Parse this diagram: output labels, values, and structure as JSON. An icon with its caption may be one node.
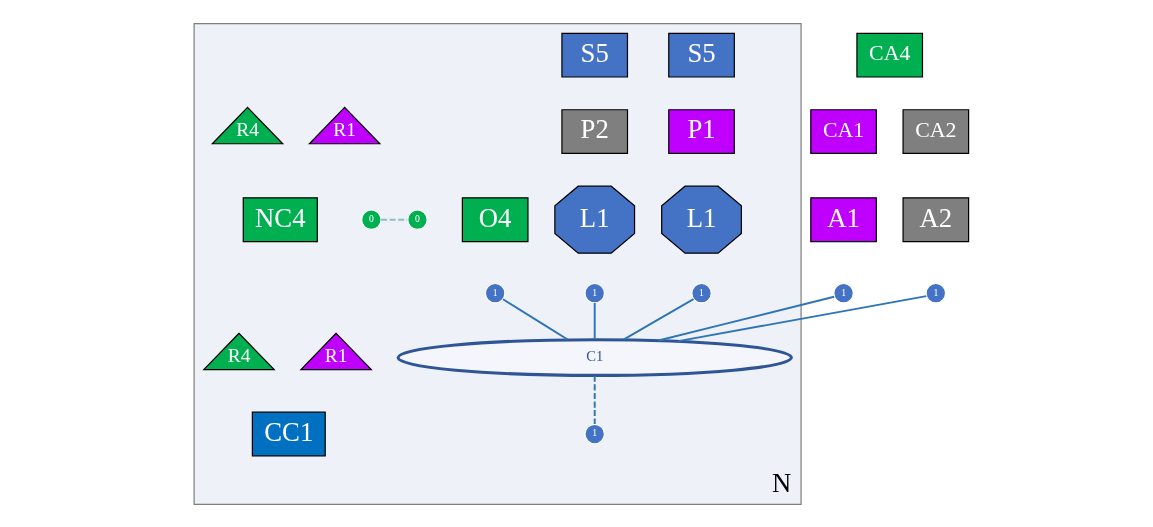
{
  "diagram": {
    "nodes": [
      {
        "text": [
          "N"
        ]
      },
      {
        "text": [
          "A1"
        ]
      },
      {
        "text": [
          "1"
        ]
      },
      {
        "text": [
          "A2"
        ]
      },
      {
        "text": [
          "1"
        ]
      },
      {
        "text": [
          "S5"
        ],
        "in": 0
      },
      {
        "text": [
          "P1"
        ],
        "in": 0
      },
      {
        "text": [
          "L1"
        ],
        "in": 0
      },
      {
        "text": [
          "1"
        ],
        "in": 0
      },
      {
        "text": [
          "S5"
        ],
        "in": 0
      },
      {
        "text": [
          "P2"
        ],
        "in": 0
      },
      {
        "text": [
          "L1"
        ],
        "in": 0
      },
      {
        "text": [
          "1"
        ],
        "in": 0
      },
      {
        "text": [
          "O4"
        ],
        "in": 0
      },
      {
        "text": [
          "0"
        ],
        "in": 0
      },
      {
        "text": [
          "1"
        ],
        "in": 0
      },
      {
        "text": [
          "R1"
        ],
        "in": 0
      },
      {
        "text": [
          "R4"
        ],
        "in": 0
      },
      {
        "text": [
          "0"
        ],
        "in": 0
      },
      {
        "text": [
          "NC4"
        ],
        "in": 0
      },
      {
        "text": [
          "C1"
        ],
        "in": 0
      },
      {
        "text": [
          "R1"
        ],
        "in": 0
      },
      {
        "text": [
          "R4"
        ],
        "in": 0
      },
      {
        "text": [
          "1"
        ],
        "in": 0
      },
      {
        "text": [
          "CC1"
        ],
        "in": 0
      },
      {
        "text": [
          "CA4"
        ]
      },
      {
        "text": [
          "CA1"
        ]
      },
      {
        "text": [
          "CA2"
        ]
      }
    ],
    "edges": [
      {
        "from": 2,
        "to": 20,
        "arrow": "none"
      },
      {
        "from": 4,
        "to": 20,
        "arrow": "none"
      },
      {
        "from": 8,
        "to": 20,
        "arrow": "none"
      },
      {
        "from": 12,
        "to": 20,
        "arrow": "none"
      },
      {
        "from": 15,
        "to": 20,
        "arrow": "none"
      },
      {
        "from": 14,
        "to": 18,
        "arrow": "none",
        "style": "dashed",
        "color": "#8fbcc8"
      },
      {
        "from": 20,
        "to": 23,
        "arrow": "none",
        "style": "dashed"
      }
    ]
  }
}
